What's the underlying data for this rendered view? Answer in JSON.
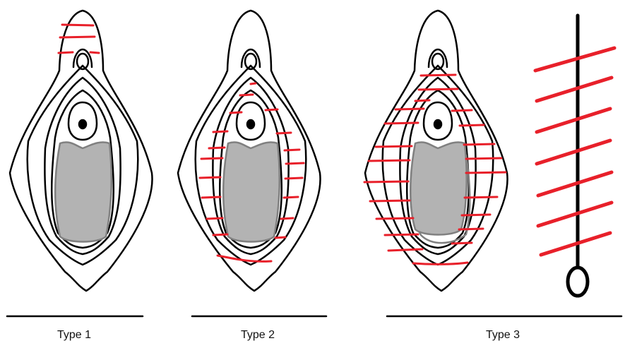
{
  "labels": {
    "type1": "Type 1",
    "type2": "Type 2",
    "type3": "Type 3"
  },
  "colors": {
    "outline": "#000000",
    "stitch": "#e8202a",
    "fill": "#b3b3b3",
    "fill_outline": "#808080"
  }
}
